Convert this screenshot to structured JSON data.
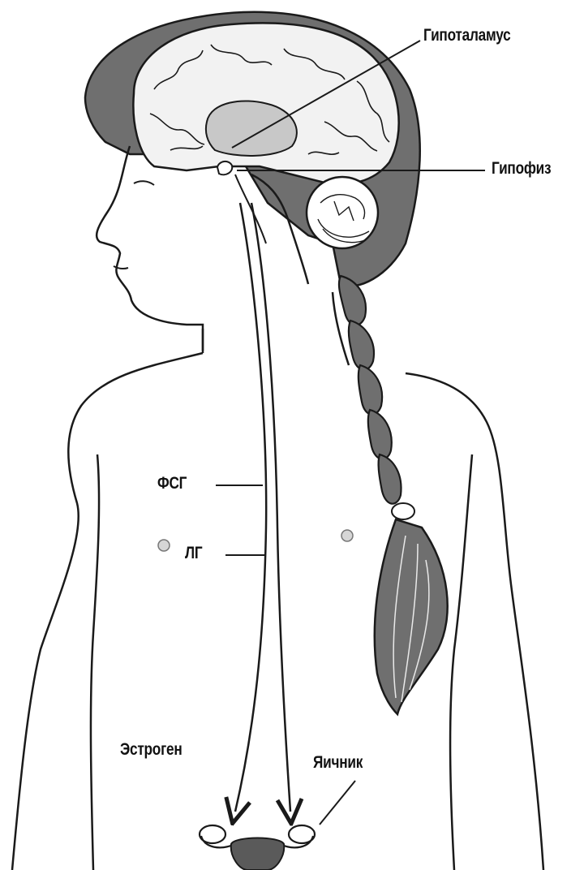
{
  "labels": {
    "hypothalamus": "Гипоталамус",
    "pituitary": "Гипофиз",
    "fsh": "ФСГ",
    "lh": "ЛГ",
    "estrogen": "Эстроген",
    "ovary": "Яичник"
  },
  "colors": {
    "outline": "#1a1a1a",
    "hair": "#6f6f6f",
    "hair_dark": "#4a4a4a",
    "brain_fill": "#f2f2f2",
    "deep_brain": "#c8c8c8",
    "uterus": "#5a5a5a"
  }
}
